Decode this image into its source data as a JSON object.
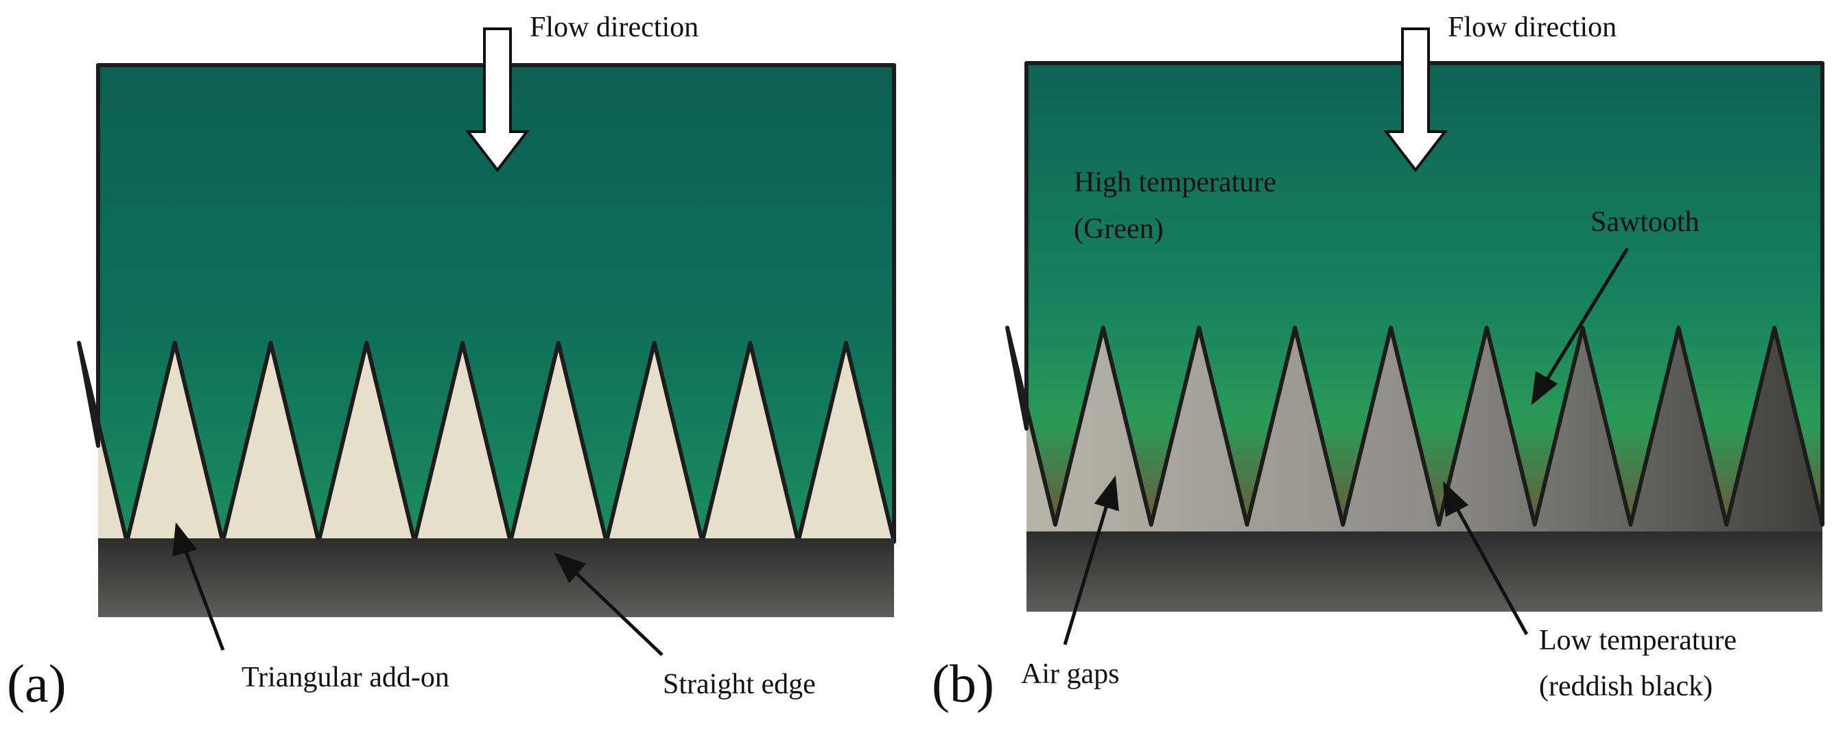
{
  "panels": [
    {
      "letter": "(a)",
      "labels": {
        "flow_direction": "Flow direction",
        "triangular_addon": "Triangular add-on",
        "straight_edge": "Straight edge"
      }
    },
    {
      "letter": "(b)",
      "labels": {
        "flow_direction": "Flow direction",
        "high_temperature_line1": "High temperature",
        "high_temperature_line2": "(Green)",
        "sawtooth": "Sawtooth",
        "air_gaps": "Air gaps",
        "low_temperature_line1": "Low temperature",
        "low_temperature_line2": "(reddish black)"
      }
    }
  ],
  "colors": {
    "plate_green": "#0f6e5a",
    "plate_green_light": "#1e9366",
    "triangle_cream": "#e9e3cf",
    "base_dark": "#3a3b3a",
    "arrow_stroke": "#111111"
  }
}
